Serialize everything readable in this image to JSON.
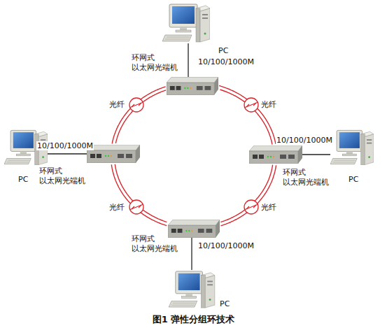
{
  "diagram": {
    "caption": "图1 弹性分组环技术",
    "nodes": [
      {
        "text": [
          "PC"
        ]
      },
      {
        "text": [
          "环网式 以太网光端机"
        ]
      },
      {
        "text": [
          "PC"
        ]
      },
      {
        "text": [
          "环网式 以太网光端机"
        ]
      },
      {
        "text": [
          "环网式 以太网光端机"
        ]
      },
      {
        "text": [
          "PC"
        ]
      },
      {
        "text": [
          "环网式 以太网光端机"
        ]
      },
      {
        "text": [
          "PC"
        ]
      }
    ],
    "edges": [
      {
        "from": 0,
        "to": 1,
        "label": "10/100/1000M",
        "arrow": "none"
      },
      {
        "from": 2,
        "to": 3,
        "label": "10/100/1000M",
        "arrow": "none"
      },
      {
        "from": 4,
        "to": 5,
        "label": "10/100/1000M",
        "arrow": "none"
      },
      {
        "from": 6,
        "to": 7,
        "label": "10/100/1000M",
        "arrow": "none"
      },
      {
        "from": 1,
        "to": 4,
        "label": "光纤",
        "arrow": "none"
      },
      {
        "from": 4,
        "to": 6,
        "label": "光纤",
        "arrow": "none"
      },
      {
        "from": 6,
        "to": 3,
        "label": "光纤",
        "arrow": "none"
      },
      {
        "from": 3,
        "to": 1,
        "label": "光纤",
        "arrow": "none"
      }
    ]
  }
}
